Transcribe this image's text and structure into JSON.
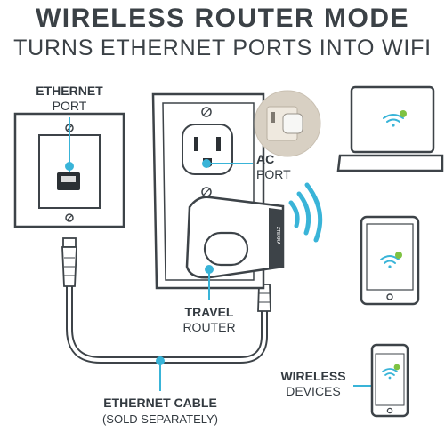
{
  "title_main": "WIRELESS ROUTER MODE",
  "title_sub": "TURNS ETHERNET PORTS INTO WIFI",
  "labels": {
    "ethernet_port_bold": "ETHERNET",
    "ethernet_port_light": "PORT",
    "ac_port_bold": "AC",
    "ac_port_light": "PORT",
    "travel_router_bold": "TRAVEL",
    "travel_router_light": "ROUTER",
    "wireless_devices_bold": "WIRELESS",
    "wireless_devices_light": "DEVICES",
    "ethernet_cable_bold": "ETHERNET CABLE",
    "ethernet_cable_light": "(SOLD SEPARATELY)"
  },
  "colors": {
    "accent": "#39b4d8",
    "text": "#333a40",
    "outline": "#3d4348",
    "check": "#7ec242"
  }
}
